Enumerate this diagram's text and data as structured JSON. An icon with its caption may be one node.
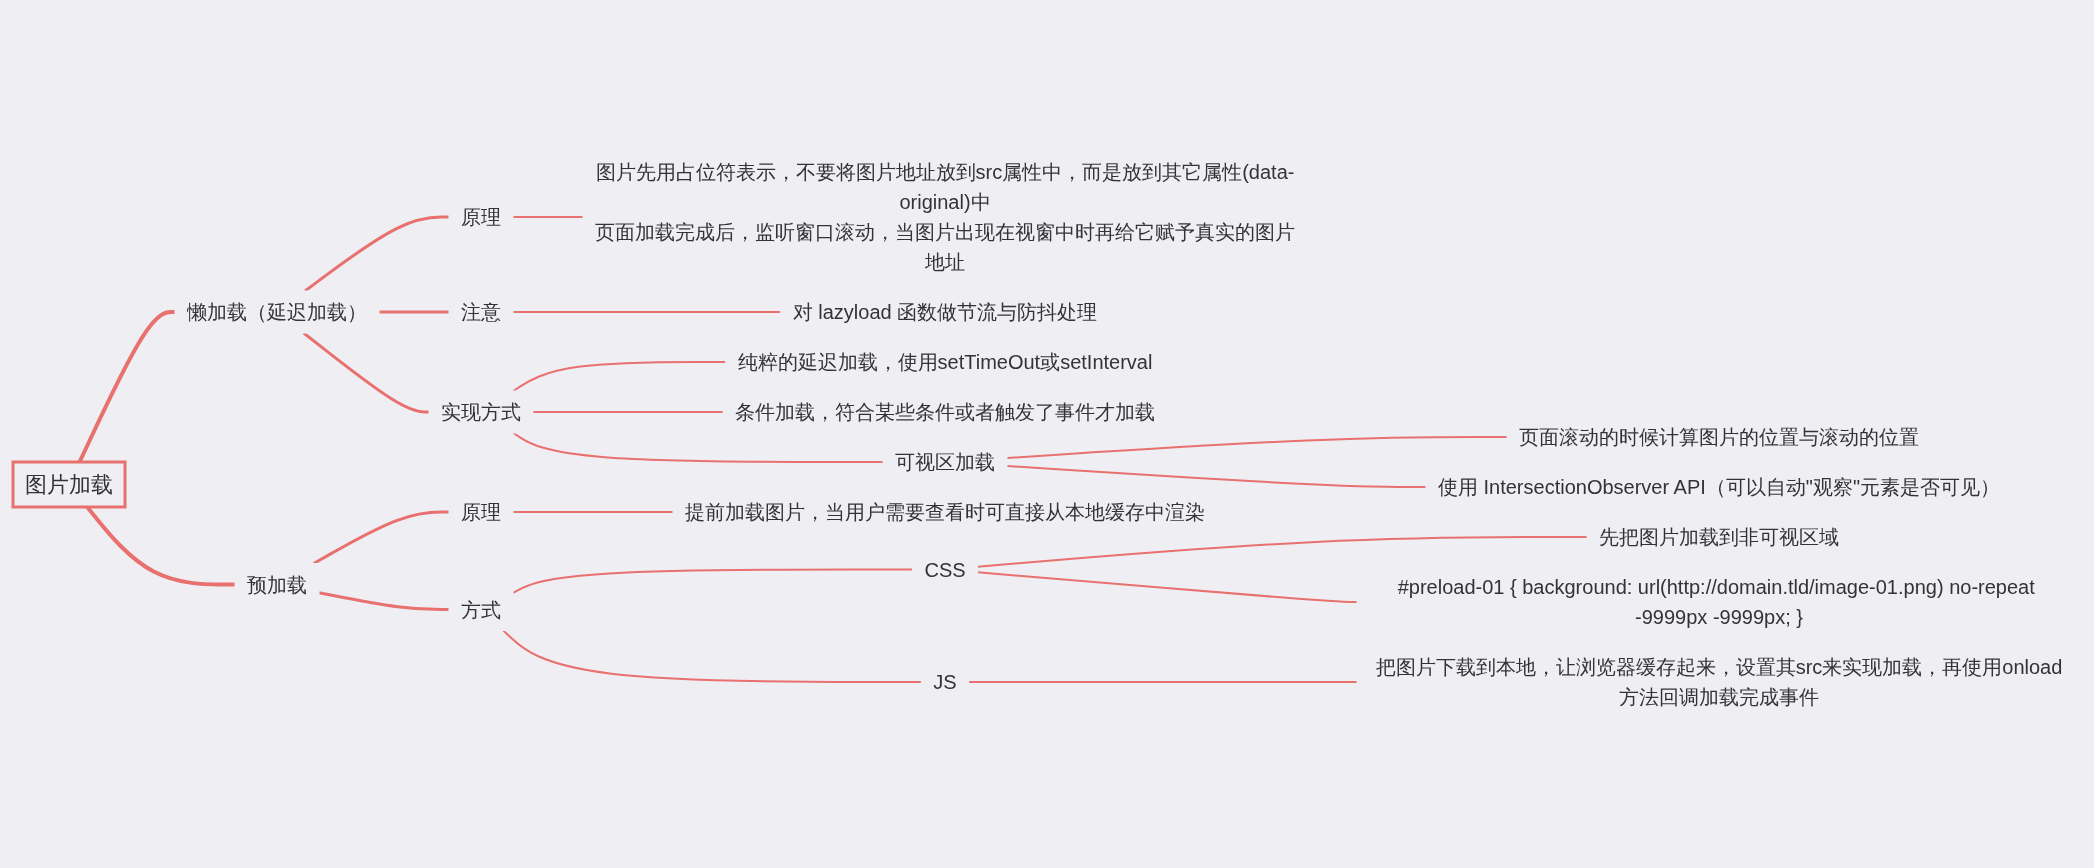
{
  "diagram": {
    "nodes": [
      {
        "text": [
          "图片加载"
        ]
      },
      {
        "text": [
          "懒加载（延迟加载）"
        ]
      },
      {
        "text": [
          "原理"
        ]
      },
      {
        "text": [
          "图片先用占位符表示，不要将图片地址放到src属性中，而是放到其它属性(data-original)中",
          "页面加载完成后，监听窗口滚动，当图片出现在视窗中时再给它赋予真实的图片地址"
        ]
      },
      {
        "text": [
          "注意"
        ]
      },
      {
        "text": [
          "对 lazyload 函数做节流与防抖处理"
        ]
      },
      {
        "text": [
          "实现方式"
        ]
      },
      {
        "text": [
          "纯粹的延迟加载，使用setTimeOut或setInterval"
        ]
      },
      {
        "text": [
          "条件加载，符合某些条件或者触发了事件才加载"
        ]
      },
      {
        "text": [
          "可视区加载"
        ]
      },
      {
        "text": [
          "页面滚动的时候计算图片的位置与滚动的位置"
        ]
      },
      {
        "text": [
          "使用 IntersectionObserver API（可以自动\"观察\"元素是否可见）"
        ]
      },
      {
        "text": [
          "预加载"
        ]
      },
      {
        "text": [
          "原理"
        ]
      },
      {
        "text": [
          "提前加载图片，当用户需要查看时可直接从本地缓存中渲染"
        ]
      },
      {
        "text": [
          "方式"
        ]
      },
      {
        "text": [
          "CSS"
        ]
      },
      {
        "text": [
          "先把图片加载到非可视区域"
        ]
      },
      {
        "text": [
          "#preload-01 { background: url(http://domain.tld/image-01.png) no-repeat -9999px -9999px; }"
        ]
      },
      {
        "text": [
          "JS"
        ]
      },
      {
        "text": [
          "把图片下载到本地，让浏览器缓存起来，设置其src来实现加载，再使用onload方法回调加载完成事件"
        ]
      }
    ],
    "edges": [
      {
        "from": 0,
        "to": 1,
        "arrow": "none"
      },
      {
        "from": 1,
        "to": 2,
        "arrow": "none"
      },
      {
        "from": 2,
        "to": 3,
        "arrow": "none"
      },
      {
        "from": 1,
        "to": 4,
        "arrow": "none"
      },
      {
        "from": 4,
        "to": 5,
        "arrow": "none"
      },
      {
        "from": 1,
        "to": 6,
        "arrow": "none"
      },
      {
        "from": 6,
        "to": 7,
        "arrow": "none"
      },
      {
        "from": 6,
        "to": 8,
        "arrow": "none"
      },
      {
        "from": 6,
        "to": 9,
        "arrow": "none"
      },
      {
        "from": 9,
        "to": 10,
        "arrow": "none"
      },
      {
        "from": 9,
        "to": 11,
        "arrow": "none"
      },
      {
        "from": 0,
        "to": 12,
        "arrow": "none"
      },
      {
        "from": 12,
        "to": 13,
        "arrow": "none"
      },
      {
        "from": 13,
        "to": 14,
        "arrow": "none"
      },
      {
        "from": 12,
        "to": 15,
        "arrow": "none"
      },
      {
        "from": 15,
        "to": 16,
        "arrow": "none"
      },
      {
        "from": 16,
        "to": 17,
        "arrow": "none"
      },
      {
        "from": 16,
        "to": 18,
        "arrow": "none"
      },
      {
        "from": 15,
        "to": 19,
        "arrow": "none"
      },
      {
        "from": 19,
        "to": 20,
        "arrow": "none"
      }
    ]
  }
}
